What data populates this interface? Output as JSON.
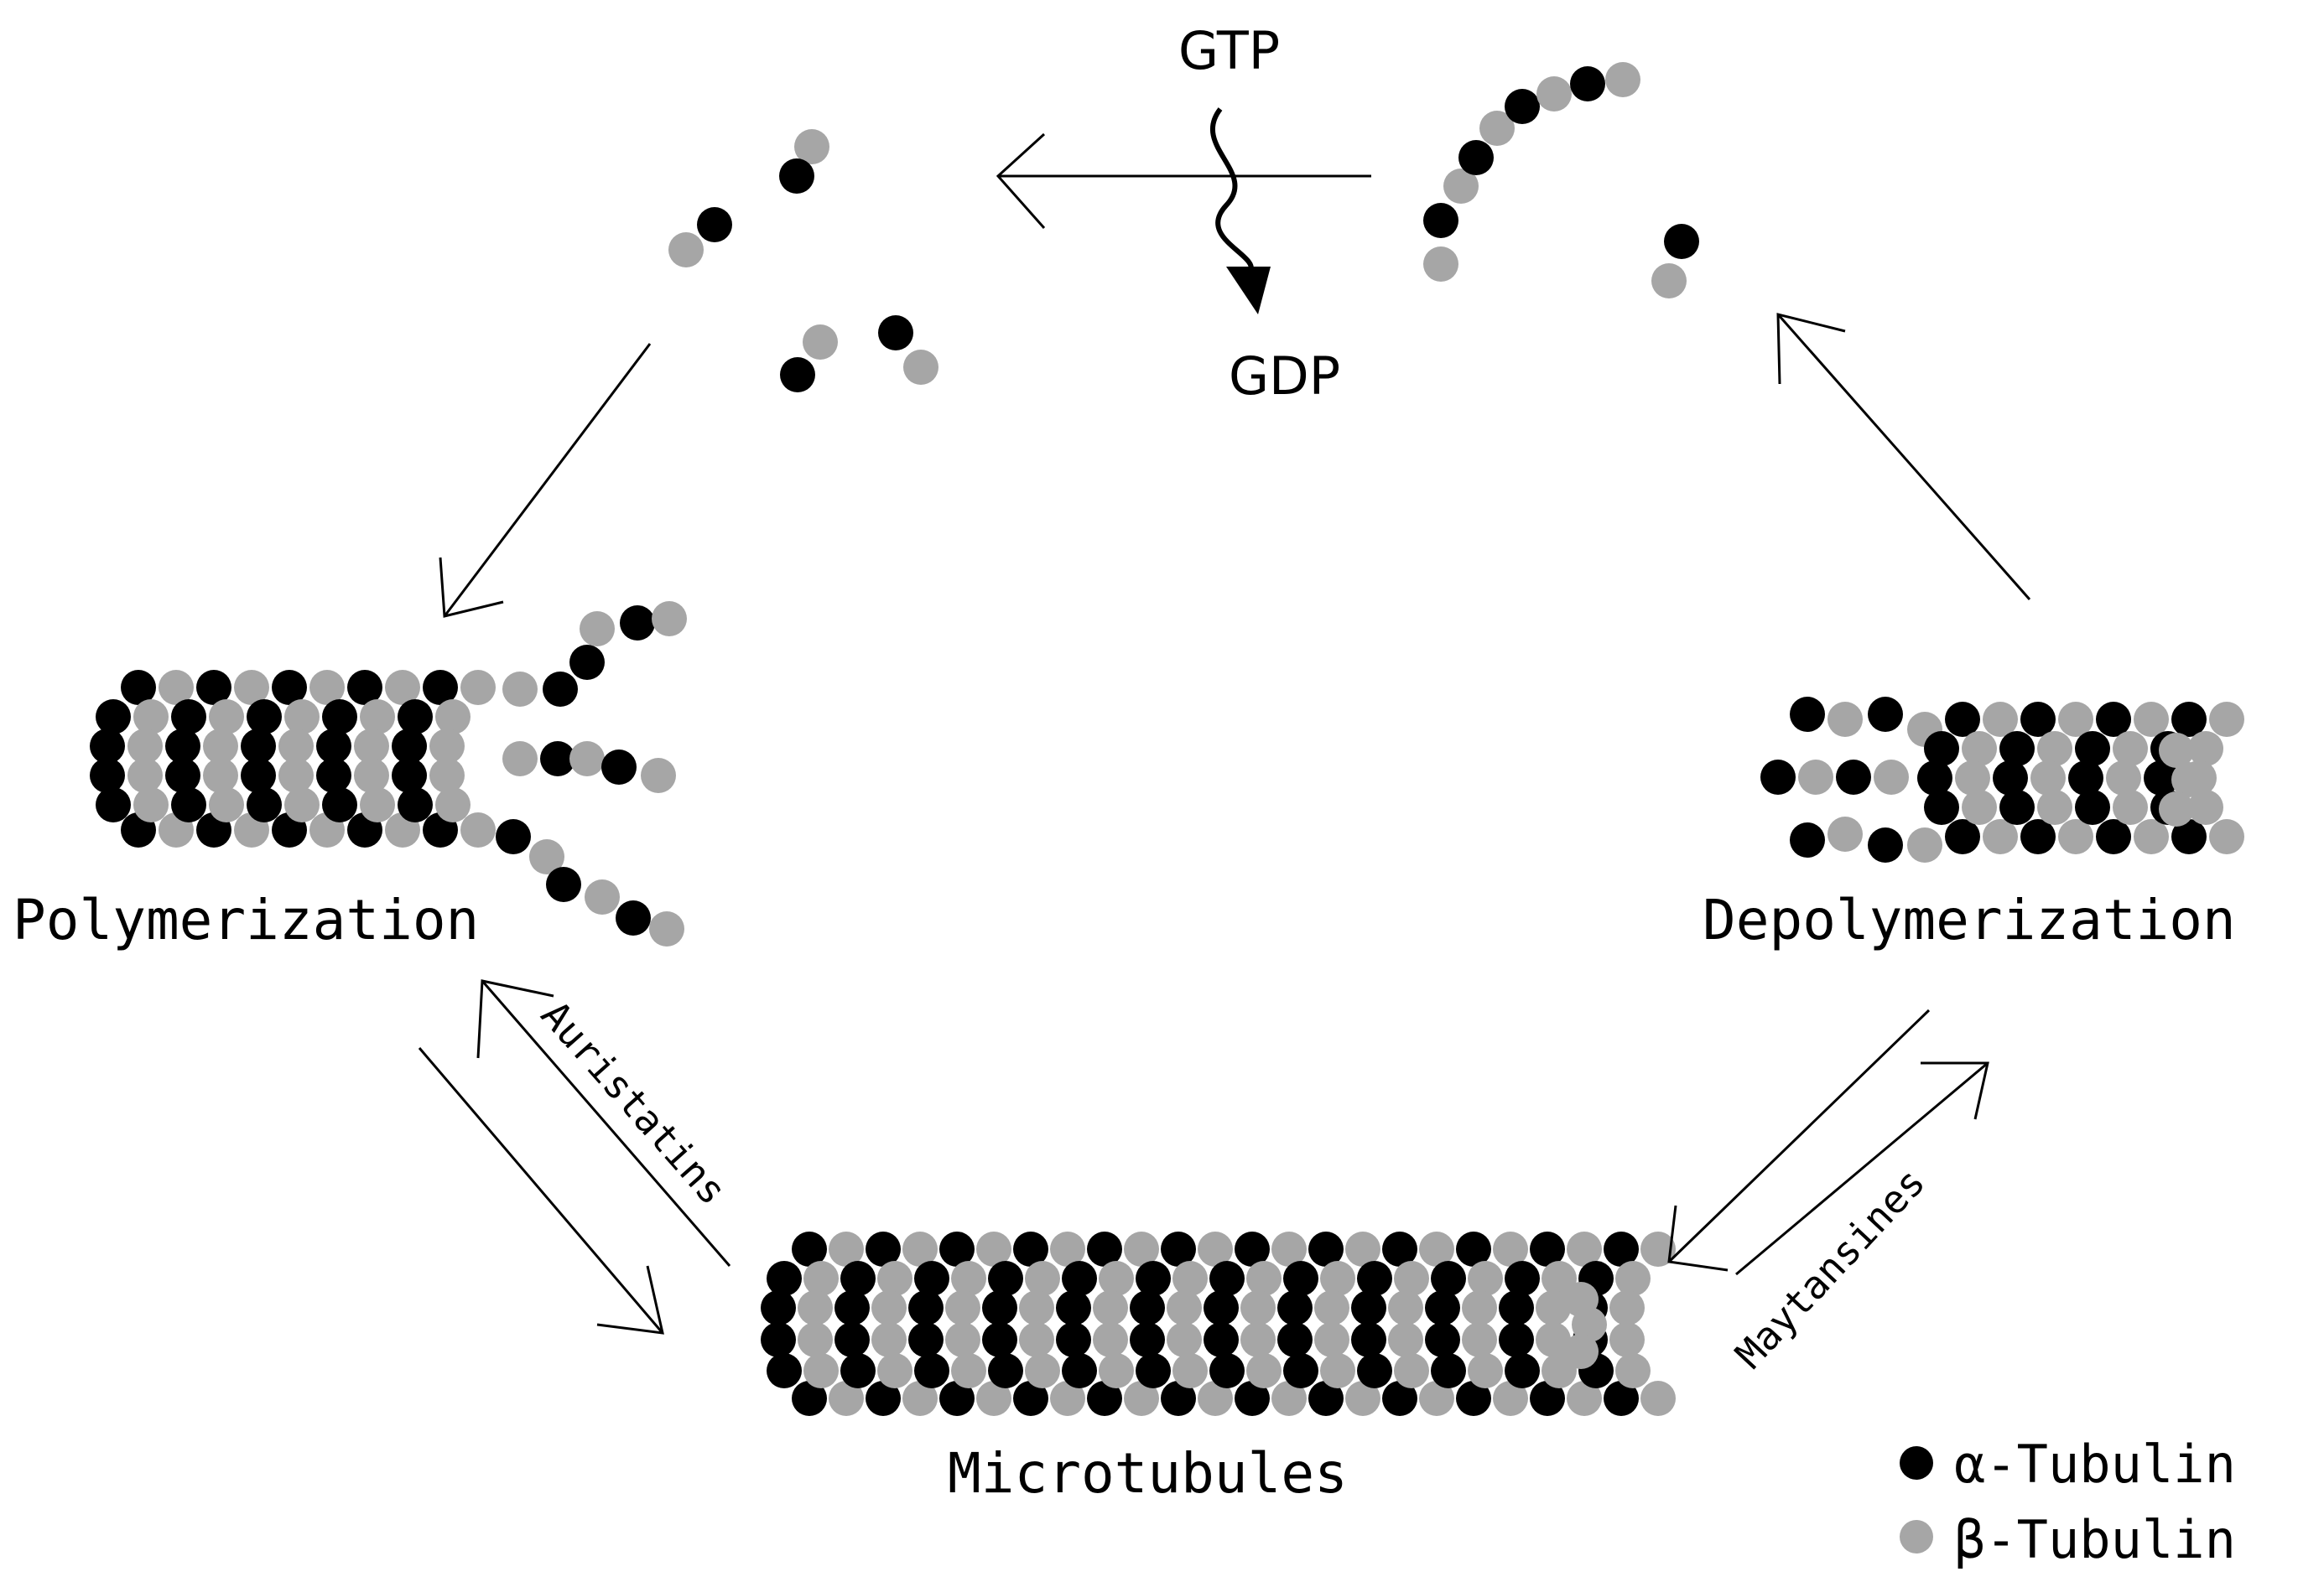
{
  "labels": {
    "gtp": "GTP",
    "gdp": "GDP",
    "polymerization": "Polymerization",
    "depolymerization": "Depolymerization",
    "microtubules": "Microtubules",
    "auristatins": "Auristatins",
    "maytansines": "Maytansines"
  },
  "legend": {
    "alpha": "α-Tubulin",
    "beta": "β-Tubulin"
  },
  "colors": {
    "alpha_tubulin": "#000000",
    "beta_tubulin": "#a6a6a6"
  }
}
